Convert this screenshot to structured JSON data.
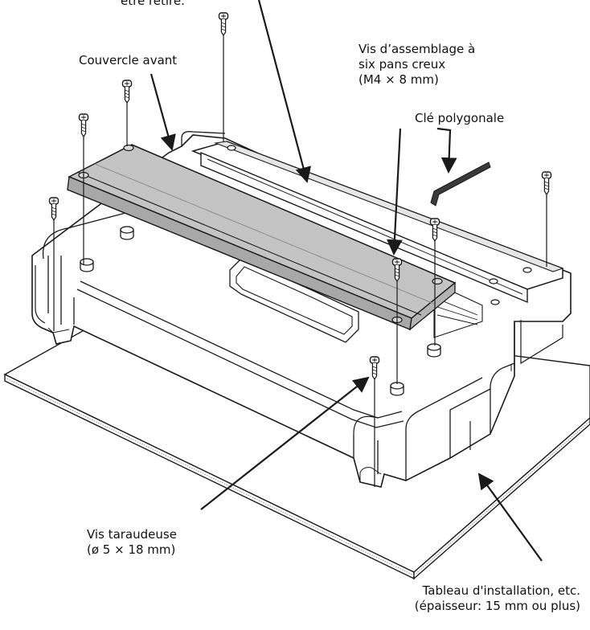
{
  "labels": {
    "top_partial": "être retiré.",
    "front_cover": "Couvercle avant",
    "hex_screw": [
      "Vis d’assemblage à",
      "six pans creux",
      "(M4 × 8 mm)"
    ],
    "hex_key": "Clé polygonale",
    "tapping_screw": [
      "Vis taraudeuse",
      "(ø 5 × 18 mm)"
    ],
    "board": [
      "Tableau d'installation, etc.",
      "(épaisseur: 15 mm ou plus)"
    ]
  },
  "colors": {
    "line": "#1a1a1a",
    "cover_fill": "#c4c4c4",
    "cover_edge": "#8f8f8f",
    "stand_fill": "#ffffff",
    "hole_fill": "#d9d9d9"
  }
}
